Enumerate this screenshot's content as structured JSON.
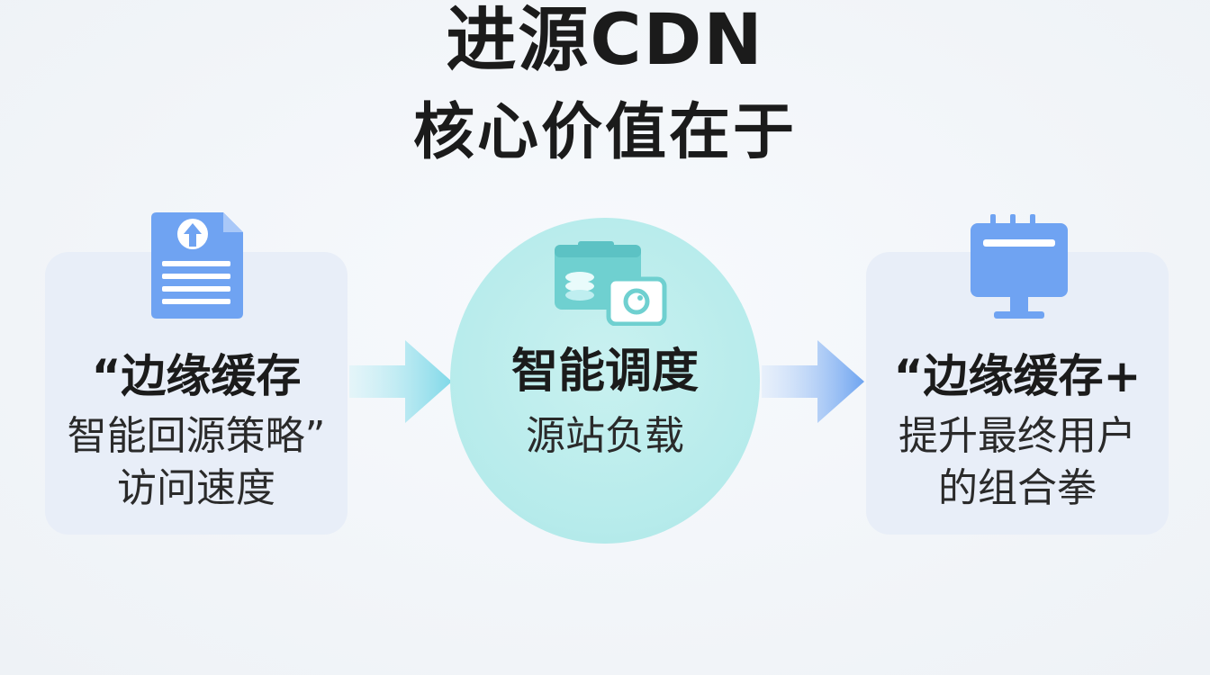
{
  "title": {
    "main": "进源CDN",
    "sub": "核心价值在于"
  },
  "cards": {
    "left": {
      "icon": "document-upload-icon",
      "heading": "“边缘缓存",
      "line1": "智能回源策略”",
      "line2": "访问速度"
    },
    "center": {
      "icon": "server-camera-icon",
      "heading": "智能调度",
      "line1": "源站负载"
    },
    "right": {
      "icon": "monitor-icon",
      "heading": "“边缘缓存+",
      "line1": "提升最终用户",
      "line2": "的组合拳"
    }
  },
  "arrows": [
    "arrow-right-icon",
    "arrow-right-icon"
  ],
  "colors": {
    "card_bg": "#e8eef8",
    "circle_bg": "#b6ebeb",
    "icon_blue": "#6fa3f2",
    "arrow_cyan": "#7fd8e8",
    "arrow_blue": "#6ea4f0",
    "teal_icon": "#6fd0d0"
  }
}
